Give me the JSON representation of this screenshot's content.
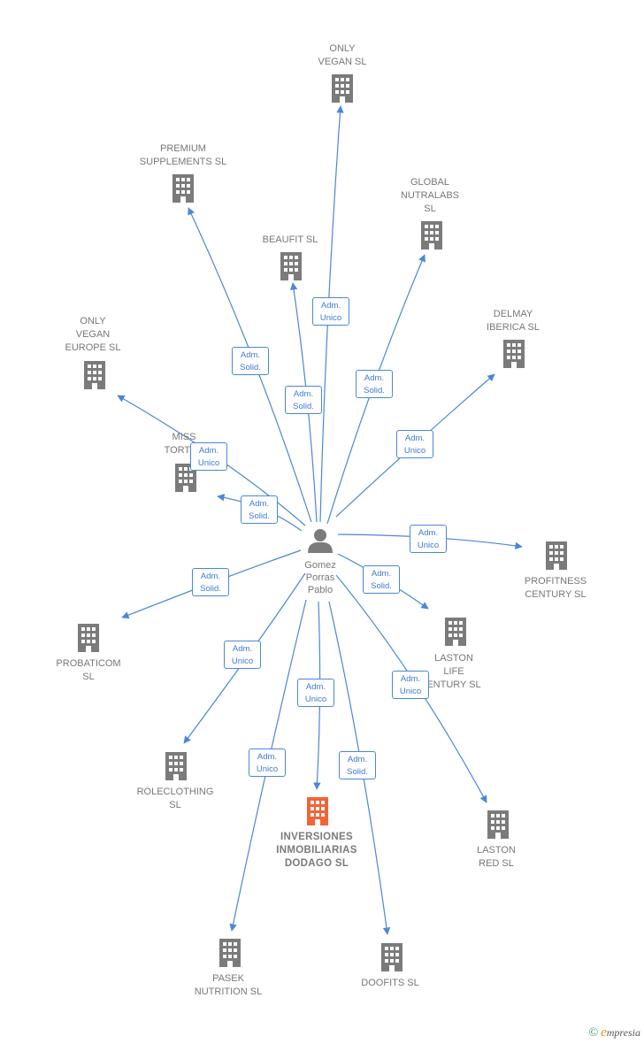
{
  "center": {
    "name_lines": [
      "Gomez",
      "Porras",
      "Pablo"
    ]
  },
  "companies": [
    {
      "id": "only-vegan",
      "lines": [
        "ONLY",
        "VEGAN  SL"
      ],
      "highlight": false
    },
    {
      "id": "premium-supplements",
      "lines": [
        "PREMIUM",
        "SUPPLEMENTS SL"
      ],
      "highlight": false
    },
    {
      "id": "global-nutralabs",
      "lines": [
        "GLOBAL",
        "NUTRALABS",
        "SL"
      ],
      "highlight": false
    },
    {
      "id": "beaufit",
      "lines": [
        "BEAUFIT  SL"
      ],
      "highlight": false
    },
    {
      "id": "delmay-iberica",
      "lines": [
        "DELMAY",
        "IBERICA SL"
      ],
      "highlight": false
    },
    {
      "id": "only-vegan-europe",
      "lines": [
        "ONLY",
        "VEGAN",
        "EUROPE  SL"
      ],
      "highlight": false
    },
    {
      "id": "miss-tortilla",
      "lines": [
        "MISS",
        "TORTILL"
      ],
      "highlight": false
    },
    {
      "id": "profitness-century",
      "lines": [
        "PROFITNESS",
        "CENTURY  SL"
      ],
      "highlight": false
    },
    {
      "id": "probaticom",
      "lines": [
        "PROBATICOM",
        "SL"
      ],
      "highlight": false
    },
    {
      "id": "laston-life-century",
      "lines": [
        "LASTON",
        "LIFE",
        "ENTURY  SL"
      ],
      "highlight": false
    },
    {
      "id": "roleclothing",
      "lines": [
        "ROLECLOTHING",
        "SL"
      ],
      "highlight": false
    },
    {
      "id": "inversiones-dodago",
      "lines": [
        "INVERSIONES",
        "INMOBILIARIAS",
        "DODAGO  SL"
      ],
      "highlight": true
    },
    {
      "id": "laston-red",
      "lines": [
        "LASTON",
        "RED SL"
      ],
      "highlight": false
    },
    {
      "id": "pasek-nutrition",
      "lines": [
        "PASEK",
        "NUTRITION  SL"
      ],
      "highlight": false
    },
    {
      "id": "doofits",
      "lines": [
        "DOOFITS  SL"
      ],
      "highlight": false
    }
  ],
  "relations": [
    {
      "to": "only-vegan",
      "role": [
        "Adm.",
        "Unico"
      ]
    },
    {
      "to": "premium-supplements",
      "role": [
        "Adm.",
        "Solid."
      ]
    },
    {
      "to": "beaufit",
      "role": [
        "Adm.",
        "Solid."
      ]
    },
    {
      "to": "global-nutralabs",
      "role": [
        "Adm.",
        "Solid."
      ]
    },
    {
      "to": "delmay-iberica",
      "role": [
        "Adm.",
        "Unico"
      ]
    },
    {
      "to": "only-vegan-europe",
      "role": [
        "Adm.",
        "Unico"
      ]
    },
    {
      "to": "miss-tortilla",
      "role": [
        "Adm.",
        "Solid."
      ]
    },
    {
      "to": "profitness-century",
      "role": [
        "Adm.",
        "Unico"
      ]
    },
    {
      "to": "probaticom",
      "role": [
        "Adm.",
        "Solid."
      ]
    },
    {
      "to": "laston-life-century",
      "role": [
        "Adm.",
        "Solid."
      ]
    },
    {
      "to": "roleclothing",
      "role": [
        "Adm.",
        "Unico"
      ]
    },
    {
      "to": "inversiones-dodago",
      "role": [
        "Adm.",
        "Unico"
      ]
    },
    {
      "to": "laston-red",
      "role": [
        "Adm.",
        "Unico"
      ]
    },
    {
      "to": "pasek-nutrition",
      "role": [
        "Adm.",
        "Unico"
      ]
    },
    {
      "to": "doofits",
      "role": [
        "Adm.",
        "Solid."
      ]
    }
  ],
  "colors": {
    "edge": "#4a87d8",
    "building": "#7b7b7b",
    "highlight": "#f26436",
    "person": "#7b7b7b"
  },
  "footer": {
    "copyright": "©",
    "brand_initial": "e",
    "brand_rest": "mpresia"
  }
}
